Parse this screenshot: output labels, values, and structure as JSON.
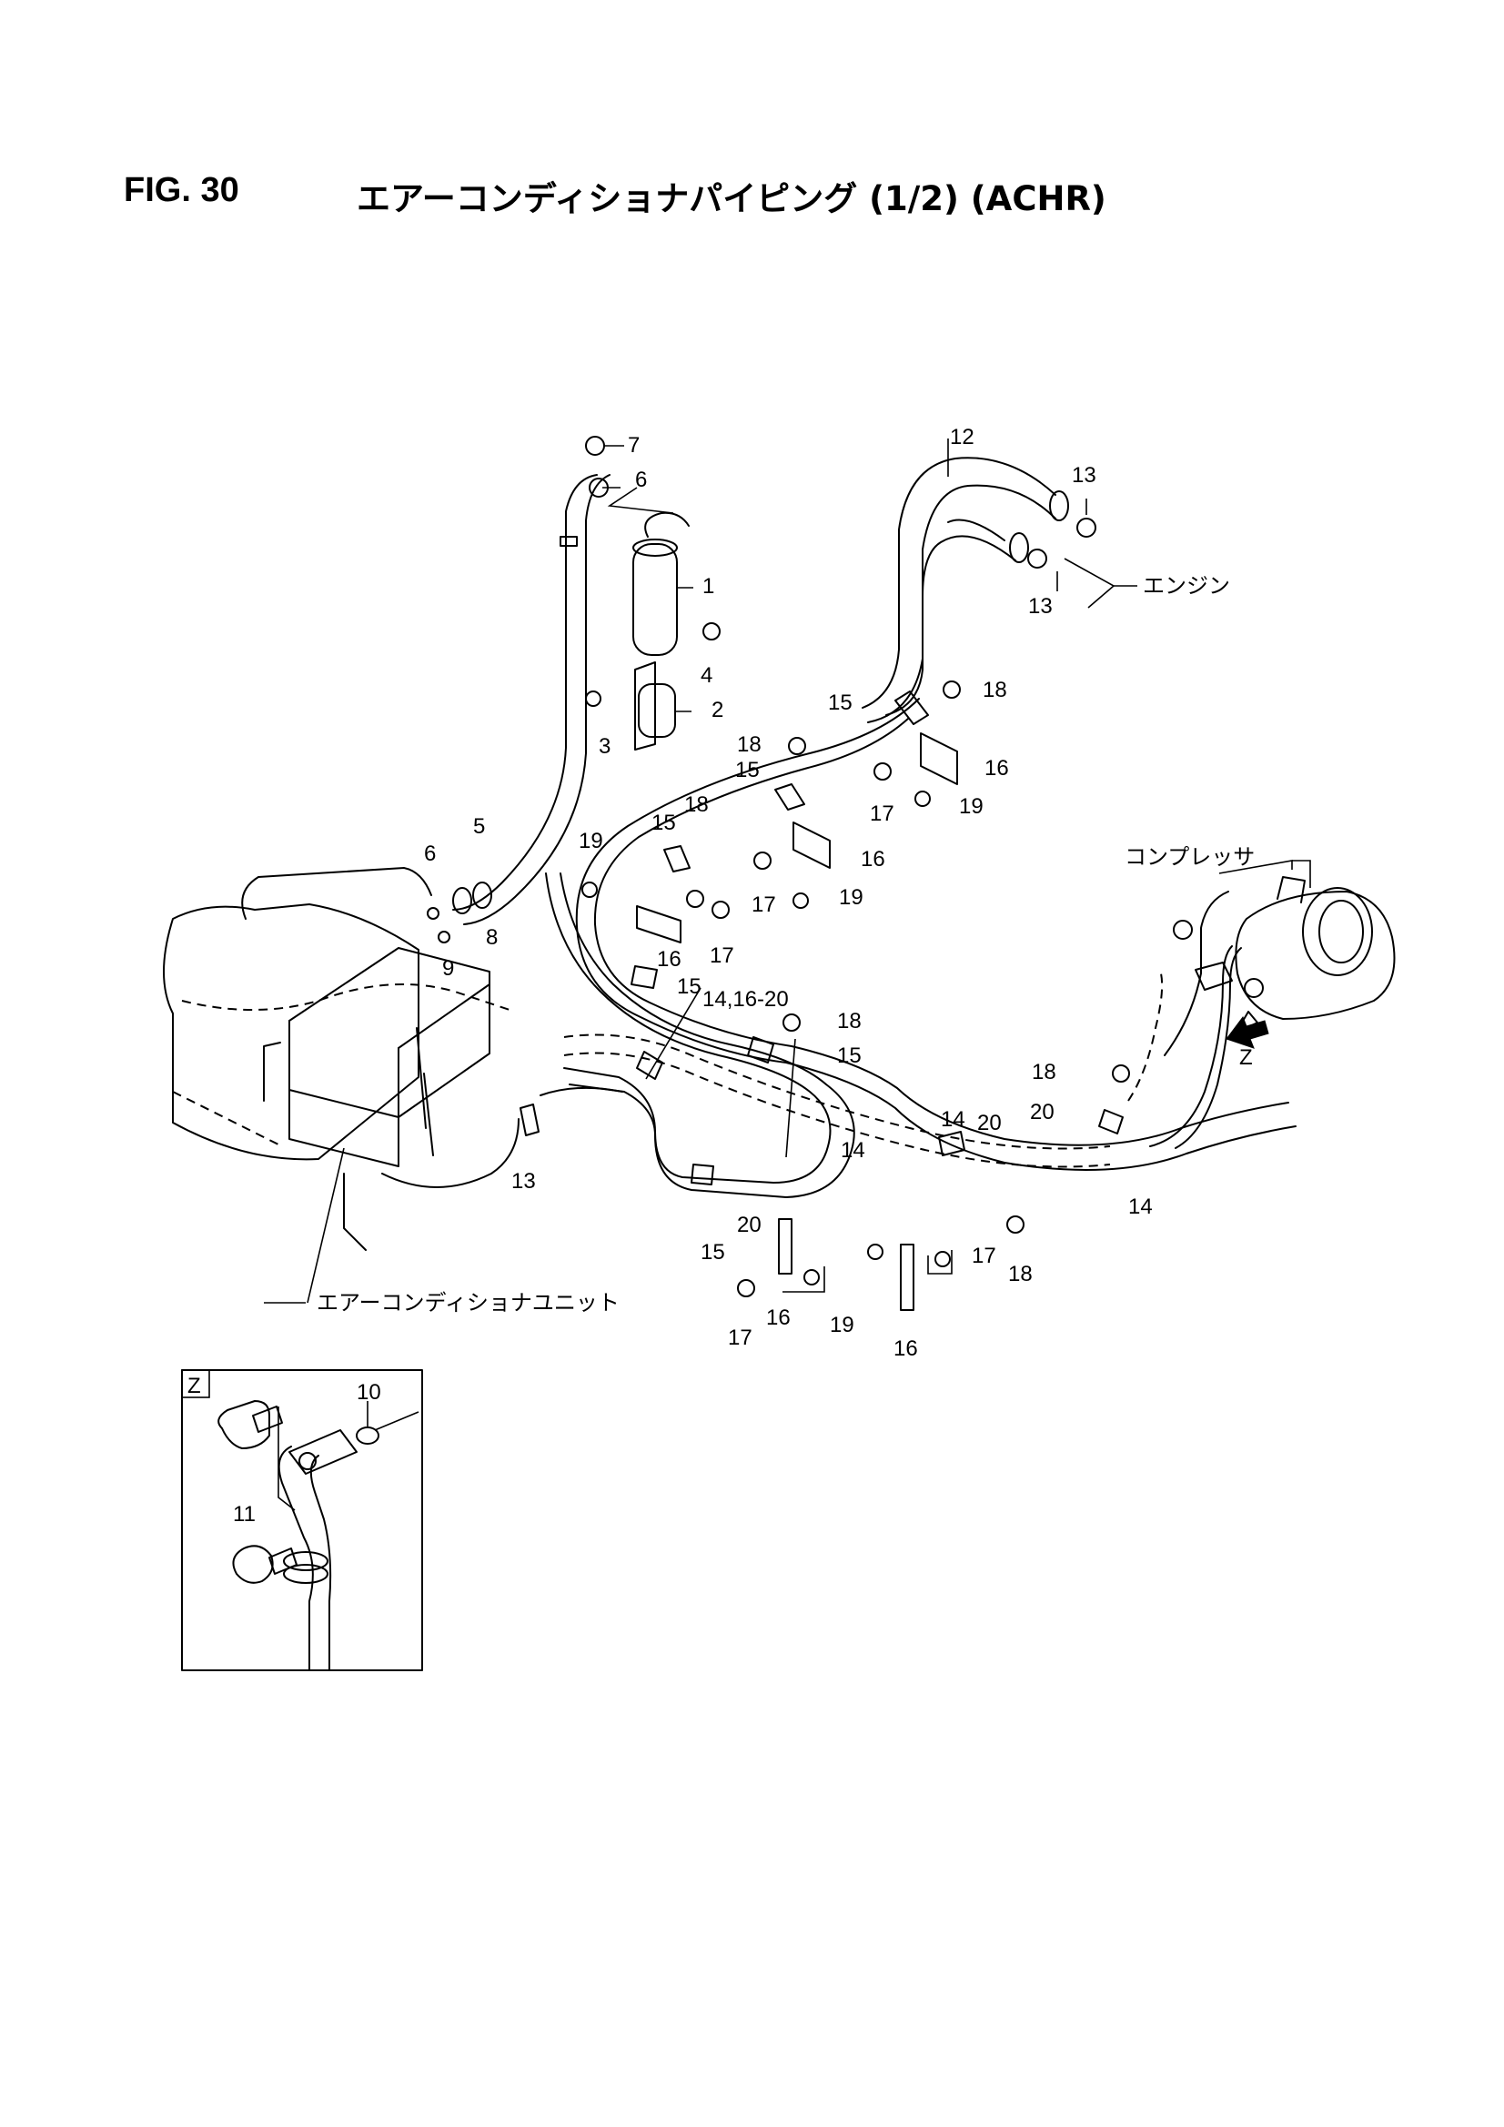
{
  "header": {
    "figure_number": "FIG. 30",
    "title": "エアーコンディショナパイピング (1/2) (ACHR)"
  },
  "diagram": {
    "callouts": {
      "c1": "1",
      "c2": "2",
      "c3": "3",
      "c4": "4",
      "c5": "5",
      "c6a": "6",
      "c6b": "6",
      "c7": "7",
      "c8": "8",
      "c9": "9",
      "c10": "10",
      "c11": "11",
      "c12": "12",
      "c13a": "13",
      "c13b": "13",
      "c13c": "13",
      "c14a": "14",
      "c14b": "14",
      "c14c": "14",
      "c14range": "14,16-20",
      "c15a": "15",
      "c15b": "15",
      "c15c": "15",
      "c15d": "15",
      "c15e": "15",
      "c15f": "15",
      "c16a": "16",
      "c16b": "16",
      "c16c": "16",
      "c16d": "16",
      "c16e": "16",
      "c17a": "17",
      "c17b": "17",
      "c17c": "17",
      "c17d": "17",
      "c17e": "17",
      "c18a": "18",
      "c18b": "18",
      "c18c": "18",
      "c18d": "18",
      "c18e": "18",
      "c18f": "18",
      "c19a": "19",
      "c19b": "19",
      "c19c": "19",
      "c19d": "19",
      "c20a": "20",
      "c20b": "20",
      "c20c": "20"
    },
    "labels": {
      "engine": "エンジン",
      "compressor": "コンプレッサ",
      "ac_unit": "エアーコンディショナユニット",
      "view_arrow": "Z",
      "detail_view": "Z"
    }
  }
}
